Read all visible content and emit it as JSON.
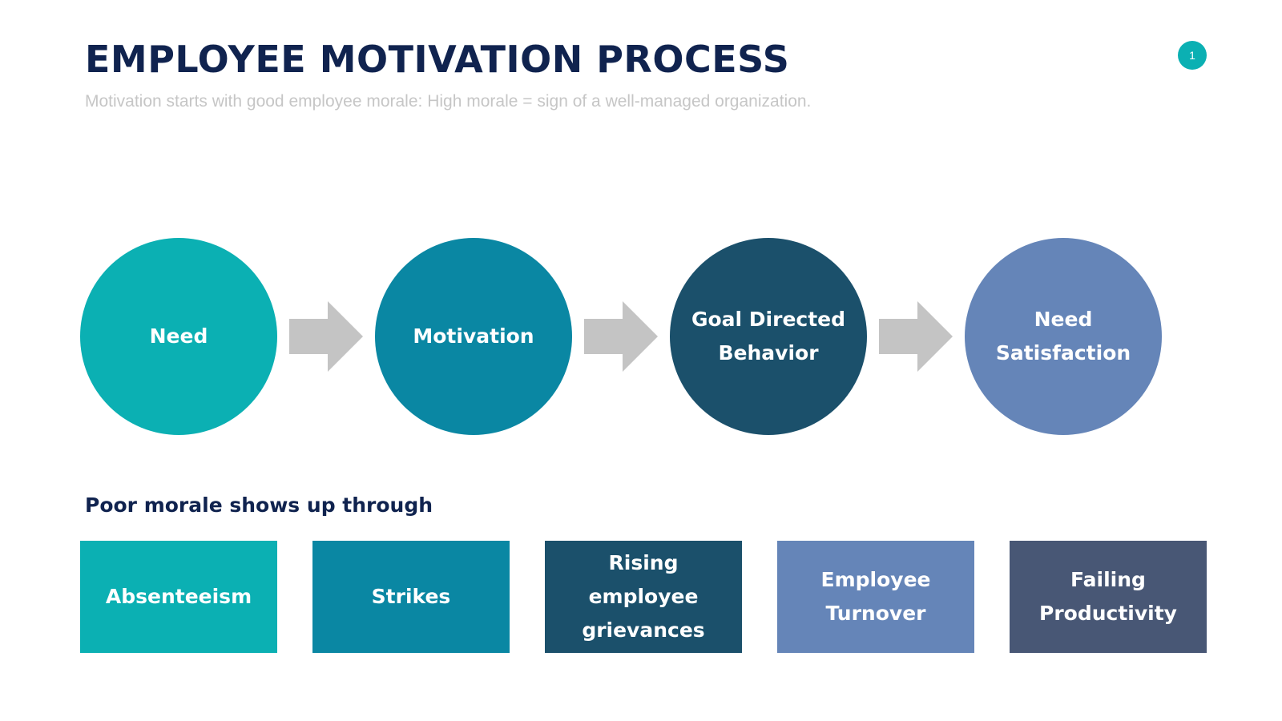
{
  "header": {
    "title": "EMPLOYEE MOTIVATION PROCESS",
    "subtitle": "Motivation starts with good employee morale: High morale = sign of a well-managed organization.",
    "page_number": "1"
  },
  "process": {
    "steps": [
      {
        "label": "Need",
        "color": "#0bb0b3"
      },
      {
        "label": "Motivation",
        "color": "#0a87a3"
      },
      {
        "label": "Goal Directed Behavior",
        "color": "#1b506b"
      },
      {
        "label": "Need Satisfaction",
        "color": "#6585b8"
      }
    ],
    "arrow_color": "#c4c4c4"
  },
  "morale": {
    "heading": "Poor morale shows up through",
    "items": [
      {
        "label": "Absenteeism",
        "color": "#0bb0b3"
      },
      {
        "label": "Strikes",
        "color": "#0a87a3"
      },
      {
        "label": "Rising employee grievances",
        "color": "#1b506b"
      },
      {
        "label": "Employee Turnover",
        "color": "#6585b8"
      },
      {
        "label": "Failing Productivity",
        "color": "#485775"
      }
    ]
  },
  "colors": {
    "title": "#10234f",
    "subtitle": "#c6c6c6",
    "badge": "#0bb0b3"
  }
}
